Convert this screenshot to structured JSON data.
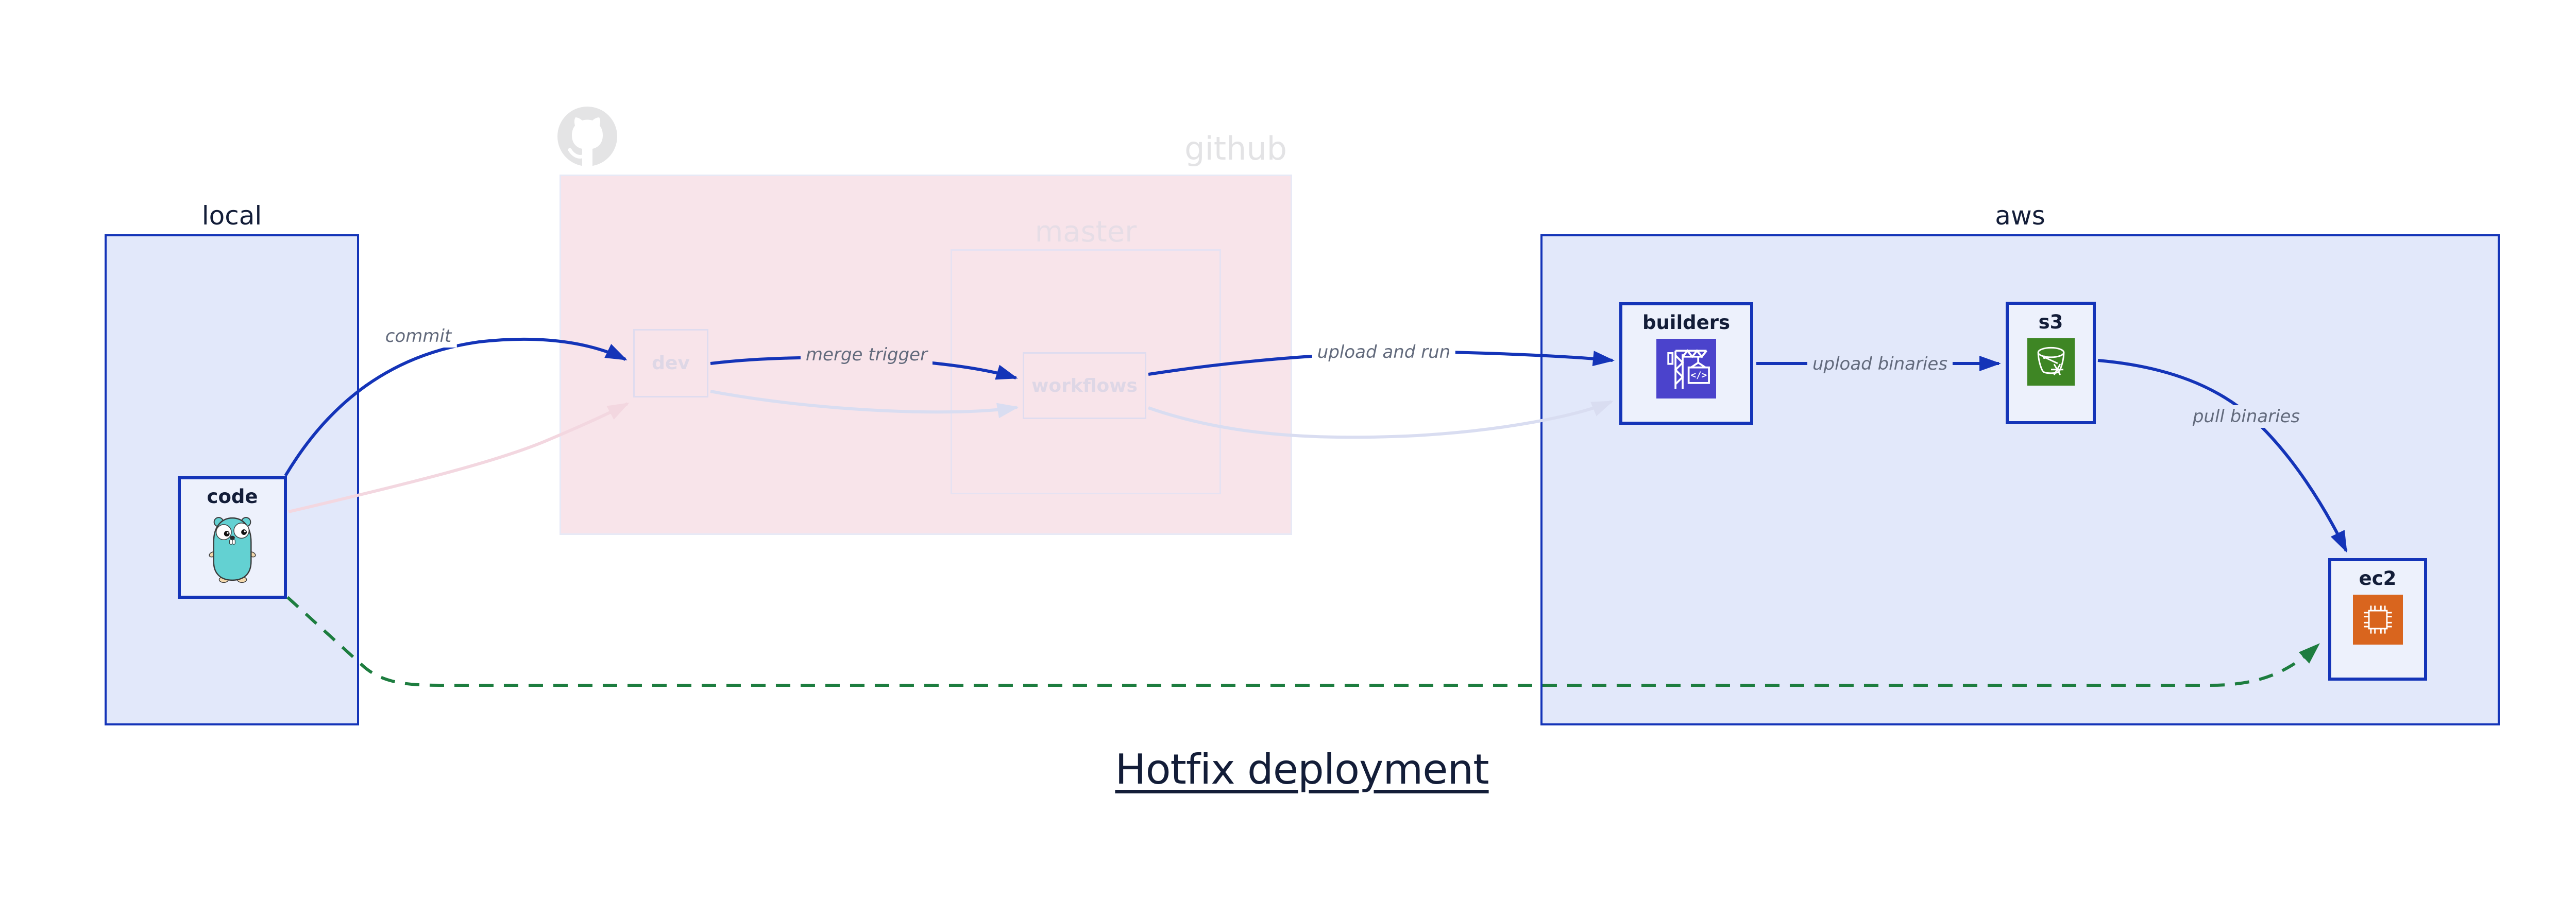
{
  "title": "Hotfix deployment",
  "containers": {
    "local": {
      "label": "local"
    },
    "github": {
      "label": "github",
      "master": {
        "label": "master"
      }
    },
    "aws": {
      "label": "aws"
    }
  },
  "nodes": {
    "code": {
      "label": "code"
    },
    "dev": {
      "label": "dev"
    },
    "workflows": {
      "label": "workflows"
    },
    "builders": {
      "label": "builders",
      "icon_glyph": "</>"
    },
    "s3": {
      "label": "s3"
    },
    "ec2": {
      "label": "ec2"
    }
  },
  "edges": {
    "commit": {
      "label": "commit"
    },
    "merge_trigger": {
      "label": "merge trigger"
    },
    "upload_and_run": {
      "label": "upload and run"
    },
    "upload_binaries": {
      "label": "upload binaries"
    },
    "pull_binaries": {
      "label": "pull binaries"
    }
  },
  "colors": {
    "blue": "#1434b8",
    "containerFill": "#e2e8fa",
    "nodeFill": "#edf1fc",
    "pink": "#f8e4ea",
    "pinkEdge": "#f3d7e0",
    "lavEdge": "#d9ddf1",
    "fadedBorder": "#dfdcef",
    "fadedText": "#ded7e6",
    "masterBorder": "#e6e2f2",
    "masterText": "#e6dde6",
    "ghGray": "#e3e3e5",
    "green": "#1d7d3f",
    "labelGray": "#626a7c",
    "navy": "#131d38",
    "buildIconBg": "#4b43cc",
    "s3IconBg": "#3e8624",
    "ec2IconBg": "#d9651e",
    "gopherTeal": "#63d1d2",
    "gopherSkin": "#f3d8ac",
    "logoGray": "#e4e4e5"
  }
}
